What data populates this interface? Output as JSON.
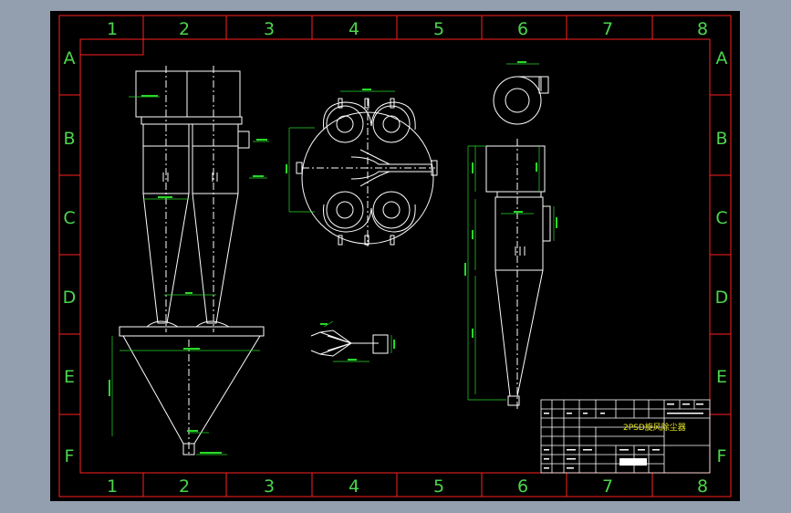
{
  "drawing": {
    "column_numbers": [
      "1",
      "2",
      "3",
      "4",
      "5",
      "6",
      "7",
      "8"
    ],
    "row_letters": [
      "A",
      "B",
      "C",
      "D",
      "E",
      "F"
    ],
    "title_block": {
      "drawing_title": "2PSD旋风除尘器"
    }
  },
  "colors": {
    "background": "#000000",
    "frame": "#ff2020",
    "geometry": "#ffffff",
    "dimension": "#28d828",
    "title_text": "#e8e820"
  }
}
